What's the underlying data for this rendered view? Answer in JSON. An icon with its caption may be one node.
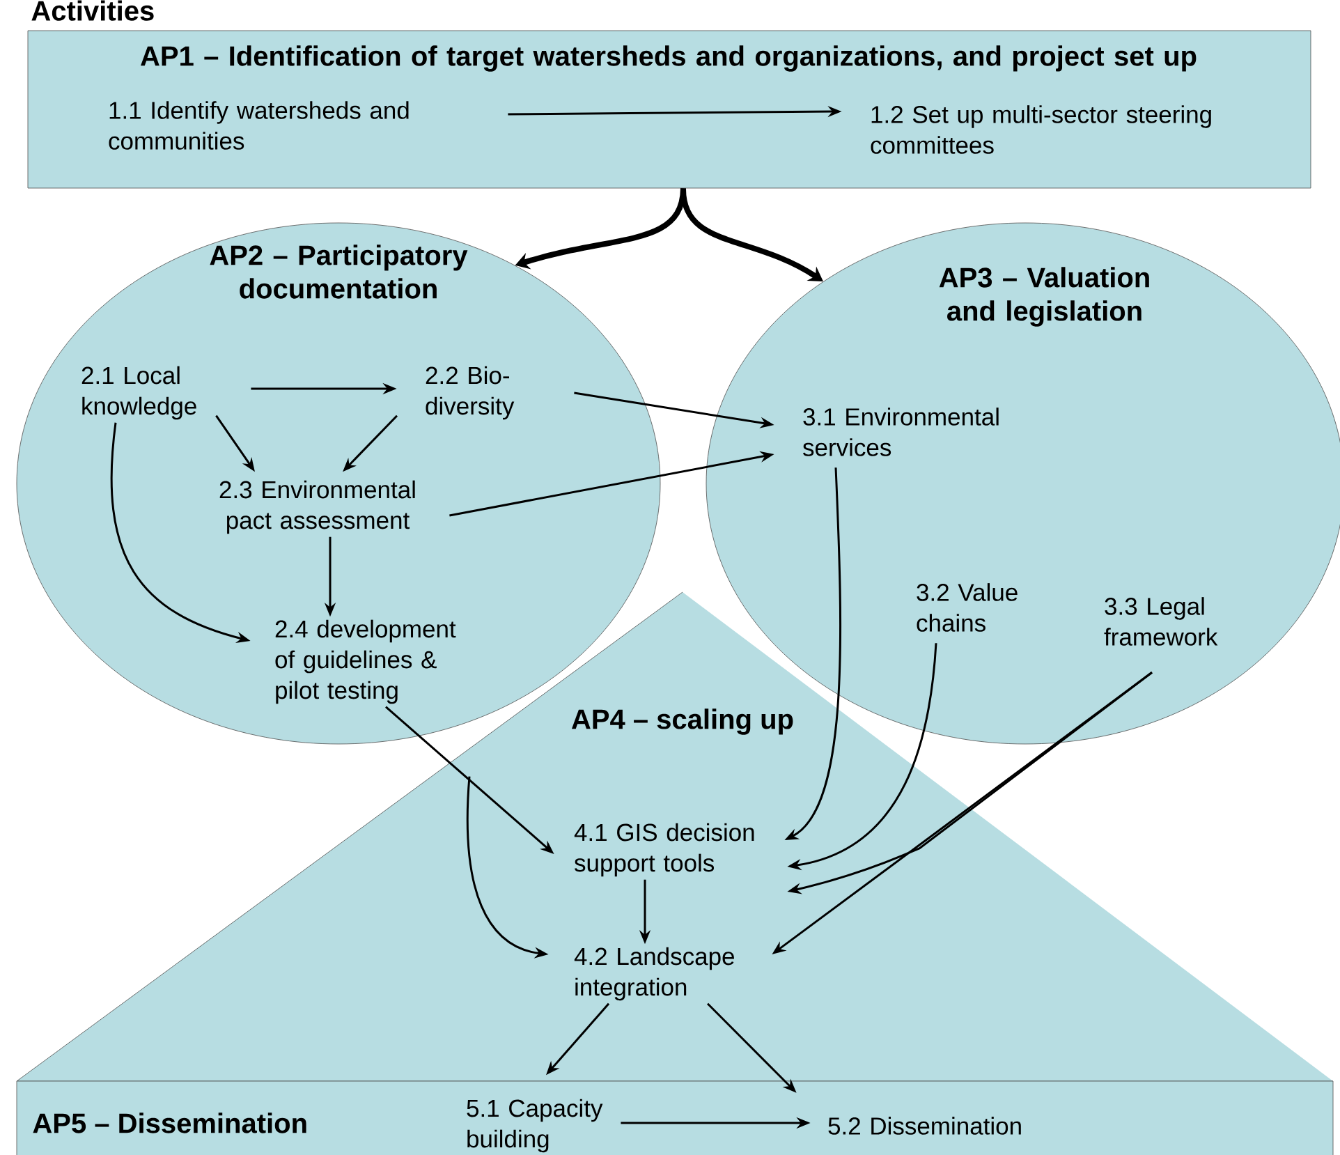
{
  "diagram": {
    "title": "Activities",
    "nodes": [
      {
        "text": [
          "AP1 – Identification of target watersheds and organizations, and project set up"
        ]
      },
      {
        "text": [
          "1.1 Identify watersheds and communities"
        ],
        "in": 0
      },
      {
        "text": [
          "1.2 Set up multi-sector steering committees"
        ],
        "in": 0
      },
      {
        "text": [
          "AP2 – Participatory documentation"
        ]
      },
      {
        "text": [
          "2.1 Local knowledge"
        ],
        "in": 3
      },
      {
        "text": [
          "2.2 Bio-diversity"
        ],
        "in": 3
      },
      {
        "text": [
          "2.3 Environmental pact assessment"
        ],
        "in": 3
      },
      {
        "text": [
          "2.4 development of guidelines & pilot testing"
        ]
      },
      {
        "text": [
          "AP3 – Valuation and legislation"
        ]
      },
      {
        "text": [
          "3.1 Environmental services"
        ],
        "in": 8
      },
      {
        "text": [
          "3.2 Value chains"
        ],
        "in": 8
      },
      {
        "text": [
          "3.3 Legal framework"
        ]
      },
      {
        "text": [
          "AP4 – scaling up"
        ]
      },
      {
        "text": [
          "4.1 GIS decision support tools"
        ],
        "in": 12
      },
      {
        "text": [
          "4.2 Landscape integration"
        ],
        "in": 12
      },
      {
        "text": [
          "AP5 – Dissemination"
        ]
      },
      {
        "text": [
          "5.1 Capacity building"
        ],
        "in": 15
      },
      {
        "text": [
          "5.2 Dissemination"
        ],
        "in": 15
      }
    ],
    "edges": [
      {
        "from": 1,
        "to": 2,
        "arrow": "to"
      },
      {
        "from": 0,
        "to": 3,
        "arrow": "to",
        "style": "thick"
      },
      {
        "from": 0,
        "to": 8,
        "arrow": "to",
        "style": "thick"
      },
      {
        "from": 4,
        "to": 5,
        "arrow": "to"
      },
      {
        "from": 4,
        "to": 6,
        "arrow": "to"
      },
      {
        "from": 5,
        "to": 6,
        "arrow": "to"
      },
      {
        "from": 6,
        "to": 7,
        "arrow": "to"
      },
      {
        "from": 4,
        "to": 7,
        "arrow": "to"
      },
      {
        "from": 5,
        "to": 9,
        "arrow": "to"
      },
      {
        "from": 6,
        "to": 9,
        "arrow": "to"
      },
      {
        "from": 7,
        "to": 13,
        "arrow": "to"
      },
      {
        "from": 9,
        "to": 13,
        "arrow": "to"
      },
      {
        "from": 10,
        "to": 13,
        "arrow": "to"
      },
      {
        "from": 11,
        "to": 13,
        "arrow": "to"
      },
      {
        "from": 11,
        "to": 14,
        "arrow": "to"
      },
      {
        "from": 7,
        "to": 14,
        "arrow": "to"
      },
      {
        "from": 13,
        "to": 14,
        "arrow": "to"
      },
      {
        "from": 14,
        "to": 16,
        "arrow": "to"
      },
      {
        "from": 14,
        "to": 17,
        "arrow": "to"
      },
      {
        "from": 16,
        "to": 17,
        "arrow": "to"
      }
    ]
  }
}
